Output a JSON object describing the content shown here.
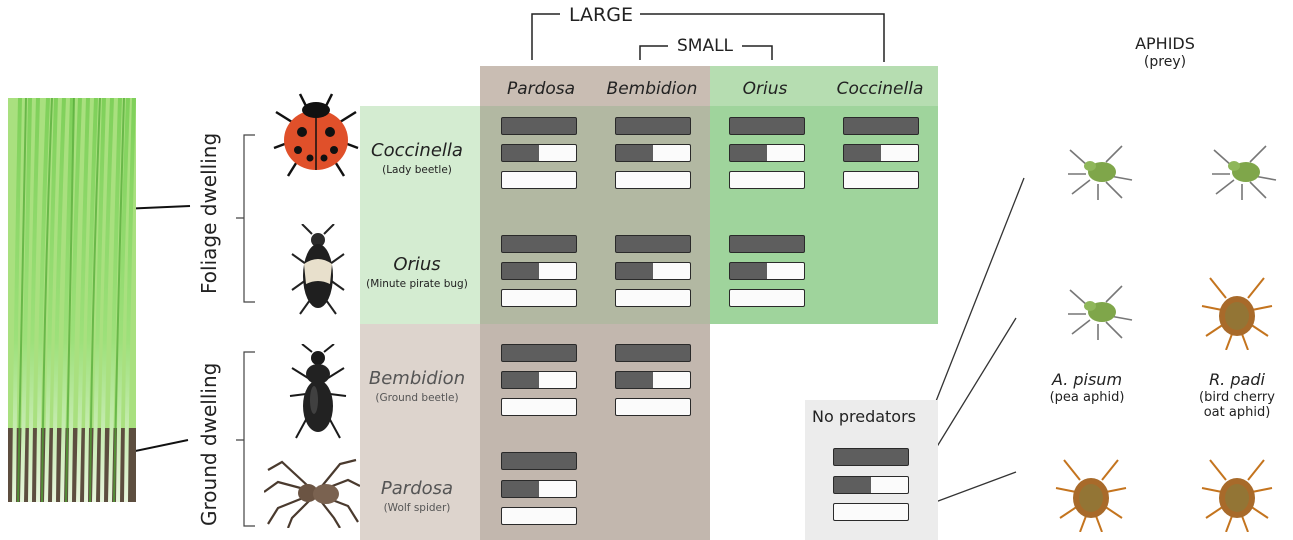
{
  "header": {
    "large_label": "LARGE",
    "small_label": "SMALL"
  },
  "columns": [
    "Pardosa",
    "Bembidion",
    "Orius",
    "Coccinella"
  ],
  "rows": [
    {
      "name": "Coccinella",
      "common": "(Lady beetle)"
    },
    {
      "name": "Orius",
      "common": "(Minute pirate bug)"
    },
    {
      "name": "Bembidion",
      "common": "(Ground beetle)"
    },
    {
      "name": "Pardosa",
      "common": "(Wolf spider)"
    }
  ],
  "groups": {
    "foliage": "Foliage dwelling",
    "ground": "Ground dwelling"
  },
  "no_predators": "No predators",
  "aphids": {
    "title": "APHIDS",
    "subtitle": "(prey)",
    "species": [
      {
        "name": "A. pisum",
        "common": "(pea aphid)"
      },
      {
        "name": "R. padi",
        "common": "(bird cherry oat aphid)",
        "common_line1": "(bird cherry",
        "common_line2": "oat aphid)"
      }
    ]
  },
  "icons": [
    "grass-photo",
    "lady-beetle-icon",
    "minute-pirate-bug-icon",
    "ground-beetle-icon",
    "wolf-spider-icon",
    "green-aphid-icon",
    "brown-aphid-icon"
  ],
  "colors": {
    "small_zone": "#c8b9ad",
    "foliage_zone": "#a9d9a9",
    "bar_fill": "#5e5e5e",
    "no_predator_bg": "#ececec"
  }
}
